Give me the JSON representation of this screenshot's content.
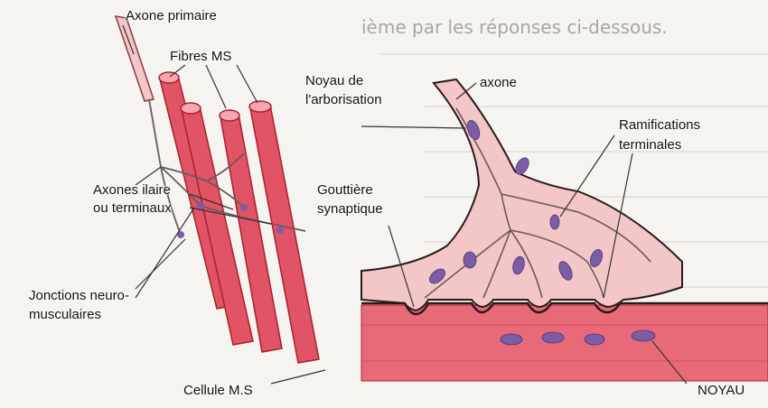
{
  "figure": {
    "colors": {
      "fiber": "#e05466",
      "fiber_dark": "#a8202e",
      "fiber_light": "#f4a7ad",
      "nerve": "#f3c6c8",
      "nucleus": "#7b5da6",
      "membrane": "#2a1a1a",
      "cell": "#e86a78"
    },
    "background_text": "ième par les réponses ci-dessous.",
    "labels": {
      "axone_primaire": "Axone primaire",
      "fibres_ms": "Fibres MS",
      "axones_line1": "Axones ilaire",
      "axones_line2": "ou terminaux",
      "jonctions_line1": "Jonctions neuro-",
      "jonctions_line2": "musculaires",
      "cellule_ms": "Cellule M.S",
      "noyau_arbo_line1": "Noyau de",
      "noyau_arbo_line2": "l'arborisation",
      "axone": "axone",
      "ramifications_line1": "Ramifications",
      "ramifications_line2": "terminales",
      "gouttiere_line1": "Gouttière",
      "gouttiere_line2": "synaptique",
      "noyau": "NOYAU"
    }
  }
}
